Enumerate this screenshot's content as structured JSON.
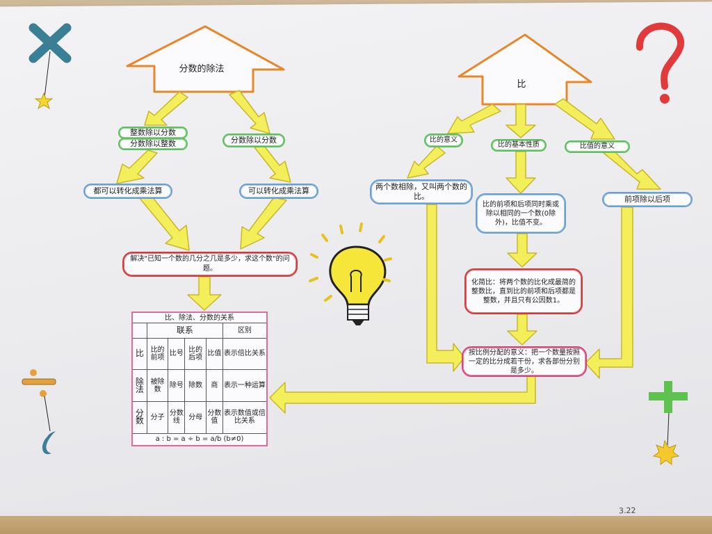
{
  "left_house": {
    "title": "分数的除法"
  },
  "right_house": {
    "title": "比"
  },
  "left_branch": {
    "box_a_line1": "整数除以分数",
    "box_a_line2": "分数除以整数",
    "box_b": "分数除以分数",
    "convert_a": "都可以转化成乘法算",
    "convert_b": "可以转化成乘法算",
    "solve": "解决\"已知一个数的几分之几是多少，求这个数\"的问题。"
  },
  "right_branch": {
    "meaning": "比的意义",
    "property": "比的基本性质",
    "ratio_value": "比值的意义",
    "meaning_def": "两个数相除，又叫两个数的比。",
    "property_def": "比的前项和后项同时乘或除以相同的一个数(0除外)，比值不变。",
    "ratio_value_def": "前项除以后项",
    "simplify": "化简比：将两个数的比化成最简的整数比，直到比的前项和后项都是整数，并且只有公因数1。",
    "allocation": "按比例分配的意义：把一个数量按照一定的比分成若干份，求各部份分别是多少。"
  },
  "relation_table": {
    "title": "比、除法、分数的关系",
    "header_link": "联系",
    "header_diff": "区别",
    "rows": [
      {
        "name": "比",
        "c1": "比的前项",
        "c2": "比号",
        "c3": "比的后项",
        "c4": "比值",
        "diff": "表示倍比关系"
      },
      {
        "name": "除法",
        "c1": "被除数",
        "c2": "除号",
        "c3": "除数",
        "c4": "商",
        "diff": "表示一种运算"
      },
      {
        "name": "分数",
        "c1": "分子",
        "c2": "分数线",
        "c3": "分母",
        "c4": "分数值",
        "diff": "表示数值或倍比关系"
      }
    ],
    "formula": "a : b = a ÷ b = a/b (b≠0)"
  },
  "decorations": {
    "icons": [
      "multiply-sign-icon",
      "question-mark-icon",
      "divide-sign-icon",
      "plus-sign-icon",
      "lightbulb-icon",
      "star-icon",
      "moon-icon"
    ],
    "colors": {
      "arrow_fill": "#f3ef5a",
      "arrow_stroke": "#c9b62a",
      "roof_stroke": "#e8862a",
      "green_border": "#5fbf5f",
      "blue_border": "#6a9fd0",
      "red_border": "#d23a3a",
      "pink_border": "#d6457a"
    }
  },
  "date_text": "3.22"
}
